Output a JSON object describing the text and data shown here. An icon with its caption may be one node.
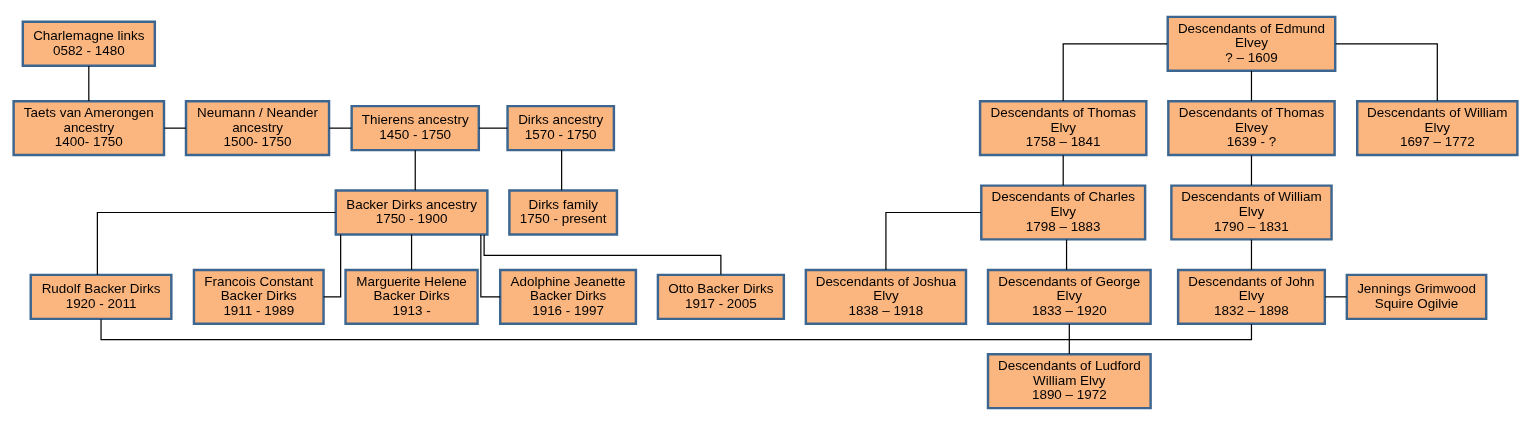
{
  "diagram": {
    "nodes": [
      {
        "text": [
          "Charlemagne links",
          "0582 - 1480"
        ]
      },
      {
        "text": [
          "Taets van Amerongen ancestry",
          "1400- 1750"
        ]
      },
      {
        "text": [
          "Neumann / Neander ancestry",
          "1500- 1750"
        ]
      },
      {
        "text": [
          "Thierens ancestry",
          "1450 - 1750"
        ]
      },
      {
        "text": [
          "Dirks ancestry",
          "1570 - 1750"
        ]
      },
      {
        "text": [
          "Backer Dirks ancestry",
          "1750 - 1900"
        ]
      },
      {
        "text": [
          "Dirks family",
          "1750 - present"
        ]
      },
      {
        "text": [
          "Francois Constant Backer Dirks",
          "1911 - 1989"
        ]
      },
      {
        "text": [
          "Marguerite Helene Backer Dirks",
          "1913 -"
        ]
      },
      {
        "text": [
          "Adolphine Jeanette Backer Dirks",
          "1916 - 1997"
        ]
      },
      {
        "text": [
          "Otto Backer Dirks",
          "1917 - 2005"
        ]
      },
      {
        "text": [
          "Rudolf Backer Dirks",
          "1920 - 2011"
        ]
      },
      {
        "text": [
          "Descendants of Edmund Elvey",
          "? – 1609"
        ]
      },
      {
        "text": [
          "Descendants of William Elvy",
          "1697 – 1772"
        ]
      },
      {
        "text": [
          "Descendants of Thomas Elvy",
          "1758 – 1841"
        ]
      },
      {
        "text": [
          "Descendants of Thomas Elvey",
          "1639 - ?"
        ]
      },
      {
        "text": [
          "Descendants of Charles Elvy",
          "1798 – 1883"
        ]
      },
      {
        "text": [
          "Descendants of William Elvy",
          "1790 – 1831"
        ]
      },
      {
        "text": [
          "Descendants of George Elvy",
          "1833 – 1920"
        ]
      },
      {
        "text": [
          "Descendants of Joshua Elvy",
          "1838 – 1918"
        ]
      },
      {
        "text": [
          "Descendants of John Elvy",
          "1832 – 1898"
        ]
      },
      {
        "text": [
          "Jennings Grimwood Squire Ogilvie"
        ]
      },
      {
        "text": [
          "Descendants of Ludford William Elvy",
          "1890 – 1972"
        ]
      }
    ],
    "edges": [
      {
        "from": 0,
        "to": 1,
        "arrow": "none"
      },
      {
        "from": 1,
        "to": 2,
        "arrow": "none"
      },
      {
        "from": 2,
        "to": 3,
        "arrow": "none"
      },
      {
        "from": 3,
        "to": 4,
        "arrow": "none"
      },
      {
        "from": 3,
        "to": 5,
        "arrow": "none"
      },
      {
        "from": 4,
        "to": 6,
        "arrow": "none"
      },
      {
        "from": 5,
        "to": 7,
        "arrow": "none"
      },
      {
        "from": 5,
        "to": 8,
        "arrow": "none"
      },
      {
        "from": 5,
        "to": 9,
        "arrow": "none"
      },
      {
        "from": 5,
        "to": 10,
        "arrow": "none"
      },
      {
        "from": 5,
        "to": 11,
        "arrow": "none"
      },
      {
        "from": 12,
        "to": 13,
        "arrow": "none"
      },
      {
        "from": 12,
        "to": 14,
        "arrow": "none"
      },
      {
        "from": 12,
        "to": 15,
        "arrow": "none"
      },
      {
        "from": 14,
        "to": 16,
        "arrow": "none"
      },
      {
        "from": 15,
        "to": 17,
        "arrow": "none"
      },
      {
        "from": 16,
        "to": 18,
        "arrow": "none"
      },
      {
        "from": 16,
        "to": 19,
        "arrow": "none"
      },
      {
        "from": 17,
        "to": 20,
        "arrow": "none"
      },
      {
        "from": 20,
        "to": 21,
        "arrow": "none"
      },
      {
        "from": 18,
        "to": 22,
        "arrow": "none"
      },
      {
        "from": 11,
        "to": 20,
        "arrow": "none"
      }
    ]
  }
}
